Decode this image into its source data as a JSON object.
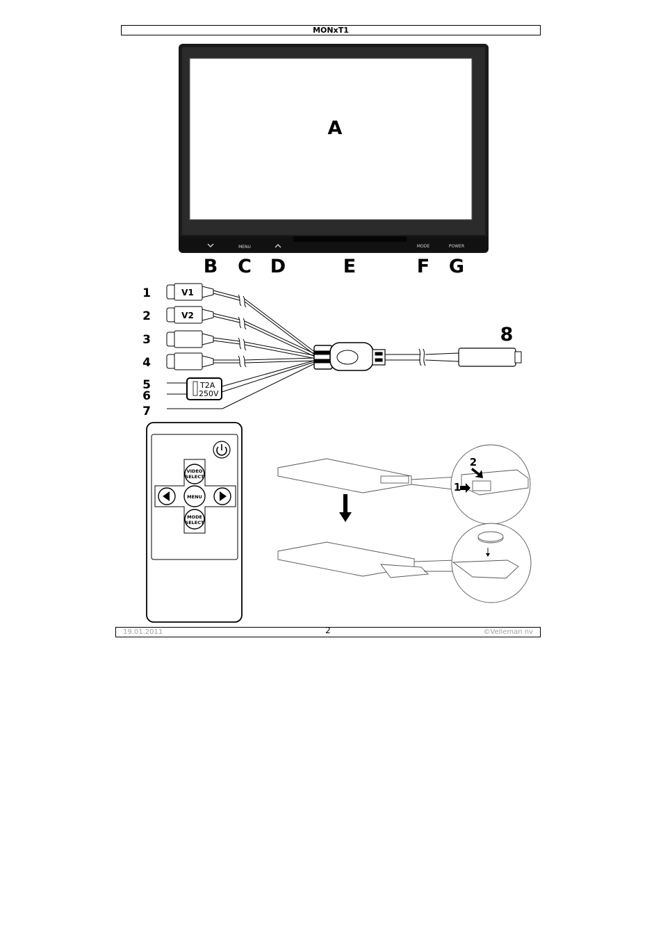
{
  "header": {
    "title": "MONxT1"
  },
  "monitor": {
    "screen_label": "A",
    "buttons": {
      "menu": "MENU",
      "mode": "MODE",
      "power": "POWER"
    },
    "callouts": [
      "B",
      "C",
      "D",
      "E",
      "F",
      "G"
    ]
  },
  "cables": {
    "numbers": [
      "1",
      "2",
      "3",
      "4",
      "5",
      "6",
      "7",
      "8"
    ],
    "plug1": "V1",
    "plug2": "V2",
    "fuse_line1": "T2A",
    "fuse_line2": "250V"
  },
  "remote": {
    "video_select_line1": "VIDEO",
    "video_select_line2": "SELECT",
    "menu": "MENU",
    "mode_select_line1": "MODE",
    "mode_select_line2": "SELECT"
  },
  "battery_steps": {
    "step1": "1",
    "step2": "2"
  },
  "footer": {
    "date": "19.01.2011",
    "page": "2",
    "copyright": "©Velleman nv"
  }
}
